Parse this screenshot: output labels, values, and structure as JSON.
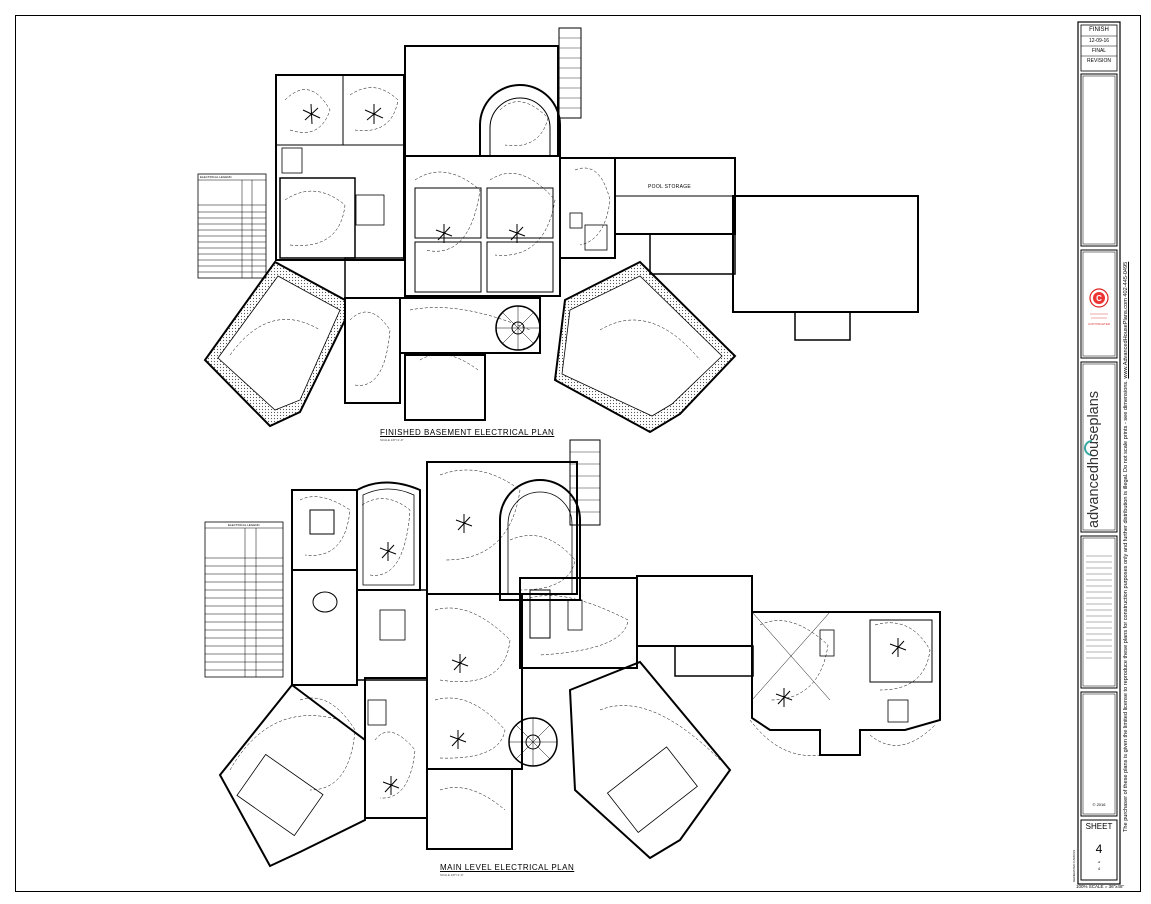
{
  "title_block": {
    "status": "FINISH",
    "date": "12-09-16",
    "final": "FINAL",
    "revision": "REVISION",
    "brand": "advancedhouseplans",
    "seal_text": "COPYRIGHTED",
    "sheet_label": "SHEET",
    "sheet_number": "4",
    "sheet_of": "of",
    "sheet_total": "4",
    "copyright_year": "© 2016",
    "scale_note": "100% SCALE = 36\"x48\"",
    "generated": "GENERATED CAROUS",
    "disclaimer": "The purchaser of these plans is given the limited license to reproduce these plans for construction purposes only and further distribution is illegal. Do not scale prints - see dimensions.",
    "contact": "www.AdvancedHousePlans.com 402-445-0495"
  },
  "plans": {
    "basement_title": "FINISHED BASEMENT ELECTRICAL PLAN",
    "basement_scale": "SCALE 1/8\"=1'-0\"",
    "main_title": "MAIN LEVEL ELECTRICAL PLAN",
    "main_scale": "SCALE 1/8\"=1'-0\"",
    "pool_storage": "POOL STORAGE"
  },
  "legend": {
    "basement_title": "ELECTRICAL LEGEND",
    "main_title": "ELECTRICAL LEGEND"
  }
}
